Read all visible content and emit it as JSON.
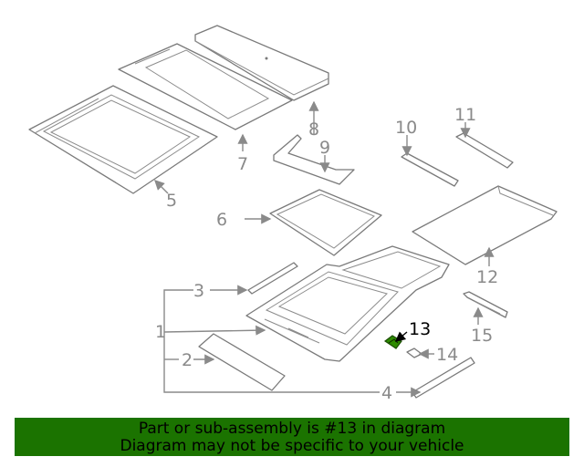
{
  "callouts": {
    "c1": "1",
    "c2": "2",
    "c3": "3",
    "c4": "4",
    "c5": "5",
    "c6": "6",
    "c7": "7",
    "c8": "8",
    "c9": "9",
    "c10": "10",
    "c11": "11",
    "c12": "12",
    "c13": "13",
    "c14": "14",
    "c15": "15"
  },
  "highlighted_part": "13",
  "colors": {
    "banner_background": "#1b7300",
    "highlighted_part": "#2e8b00",
    "line_art": "#7a7a7a"
  },
  "banner": {
    "line1": "Part or sub-assembly is #13 in diagram",
    "line2": "Diagram may not be specific to your vehicle"
  }
}
